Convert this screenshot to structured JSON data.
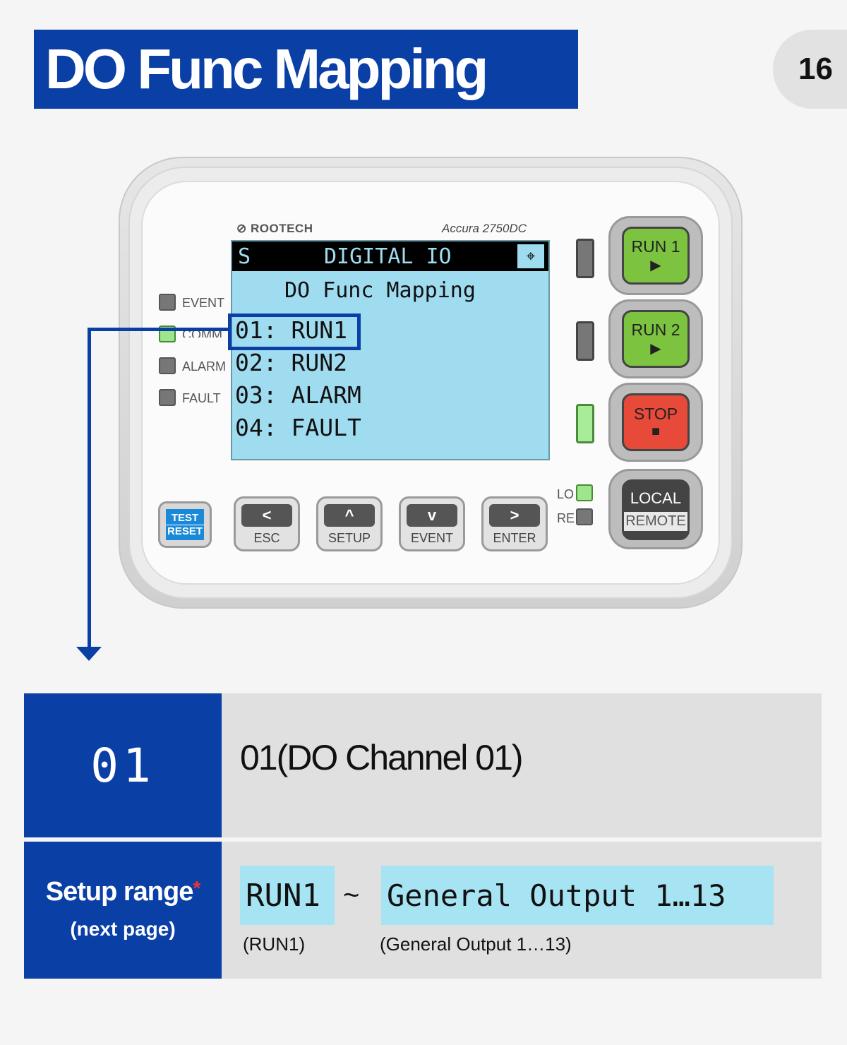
{
  "header": {
    "title": "DO Func Mapping",
    "page_number": "16"
  },
  "device": {
    "brand": "ROOTECH",
    "model": "Accura 2750DC",
    "lcd": {
      "mode": "S",
      "title": "DIGITAL IO",
      "subtitle": "DO Func Mapping",
      "lines": [
        "01: RUN1",
        "02: RUN2",
        "03: ALARM",
        "04: FAULT"
      ]
    },
    "status_leds": [
      "EVENT",
      "COMM",
      "ALARM",
      "FAULT"
    ],
    "side_buttons": {
      "run1": "RUN 1",
      "run2": "RUN 2",
      "stop": "STOP",
      "local": "LOCAL",
      "remote": "REMOTE"
    },
    "mode_leds": {
      "lo": "LO",
      "re": "RE"
    },
    "keys": {
      "test_top": "TEST",
      "test_bottom": "RESET",
      "esc": "ESC",
      "setup": "SETUP",
      "event": "EVENT",
      "enter": "ENTER"
    }
  },
  "table": {
    "row1": {
      "code": "01",
      "description": "01(DO Channel 01)"
    },
    "row2": {
      "label": "Setup range",
      "asterisk": "*",
      "note": "(next page)",
      "range_start": "RUN1",
      "separator": "~",
      "range_end": "General Output 1…13",
      "range_start_note": "(RUN1)",
      "range_end_note": "(General Output 1…13)"
    }
  }
}
